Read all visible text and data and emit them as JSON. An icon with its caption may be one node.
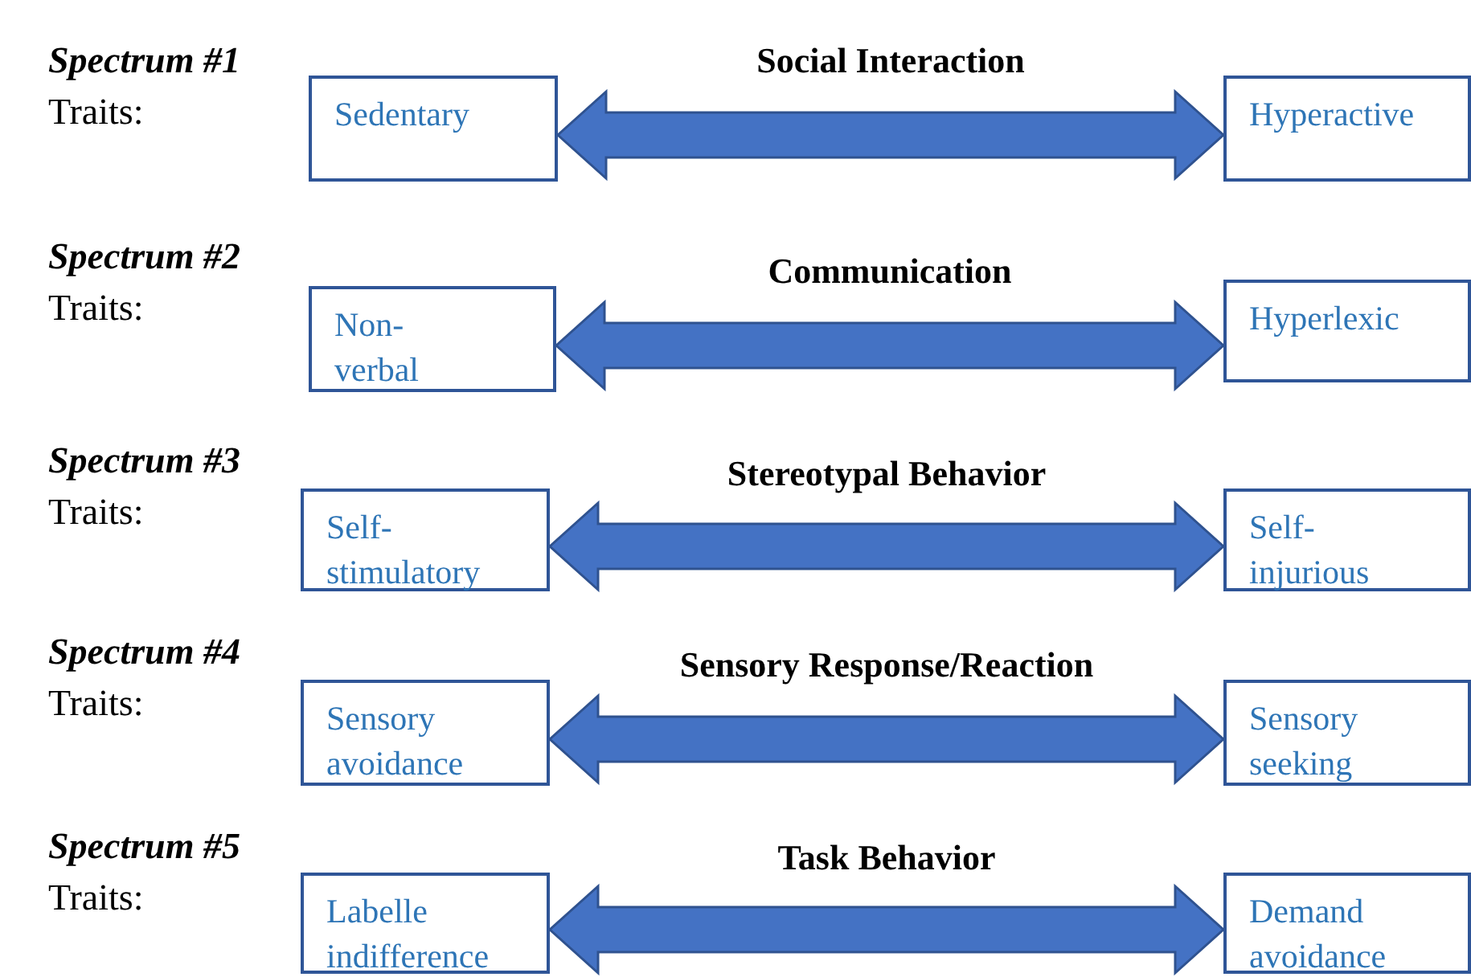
{
  "diagram": {
    "nodes": [
      {
        "text": [
          "Sedentary"
        ]
      },
      {
        "text": [
          "Hyperactive"
        ]
      },
      {
        "text": [
          "Non- verbal"
        ]
      },
      {
        "text": [
          "Hyperlexic"
        ]
      },
      {
        "text": [
          "Self- stimulatory"
        ]
      },
      {
        "text": [
          "Self- injurious"
        ]
      },
      {
        "text": [
          "Sensory avoidance"
        ]
      },
      {
        "text": [
          "Sensory seeking"
        ]
      },
      {
        "text": [
          "Labelle indifference"
        ]
      },
      {
        "text": [
          "Demand avoidance"
        ]
      }
    ],
    "edges": [
      {
        "from": 0,
        "to": 1,
        "arrow": "both",
        "label": "Social Interaction"
      },
      {
        "from": 2,
        "to": 3,
        "arrow": "both",
        "label": "Communication"
      },
      {
        "from": 4,
        "to": 5,
        "arrow": "both",
        "label": "Stereotypal Behavior"
      },
      {
        "from": 6,
        "to": 7,
        "arrow": "both",
        "label": "Sensory Response/Reaction"
      },
      {
        "from": 8,
        "to": 9,
        "arrow": "both",
        "label": "Task Behavior"
      }
    ],
    "labels": [
      "Spectrum #1",
      "Traits:",
      "Spectrum #2",
      "Traits:",
      "Spectrum #3",
      "Traits:",
      "Spectrum #4",
      "Traits:",
      "Spectrum #5",
      "Traits:"
    ]
  }
}
